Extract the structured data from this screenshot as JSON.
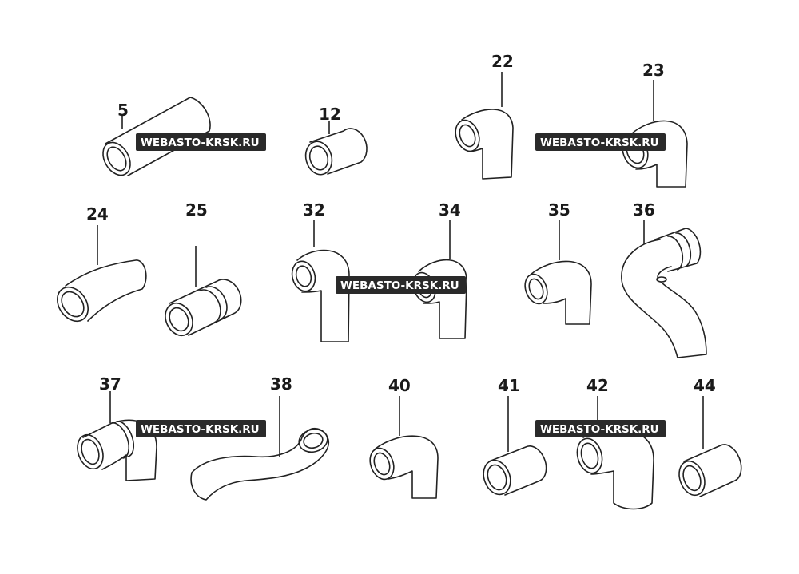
{
  "parts": [
    {
      "num": "5"
    },
    {
      "num": "12"
    },
    {
      "num": "22"
    },
    {
      "num": "23"
    },
    {
      "num": "24"
    },
    {
      "num": "25"
    },
    {
      "num": "32"
    },
    {
      "num": "34"
    },
    {
      "num": "35"
    },
    {
      "num": "36"
    },
    {
      "num": "37"
    },
    {
      "num": "38"
    },
    {
      "num": "40"
    },
    {
      "num": "41"
    },
    {
      "num": "42"
    },
    {
      "num": "44"
    }
  ],
  "watermark": "WEBASTO-KRSK.RU"
}
